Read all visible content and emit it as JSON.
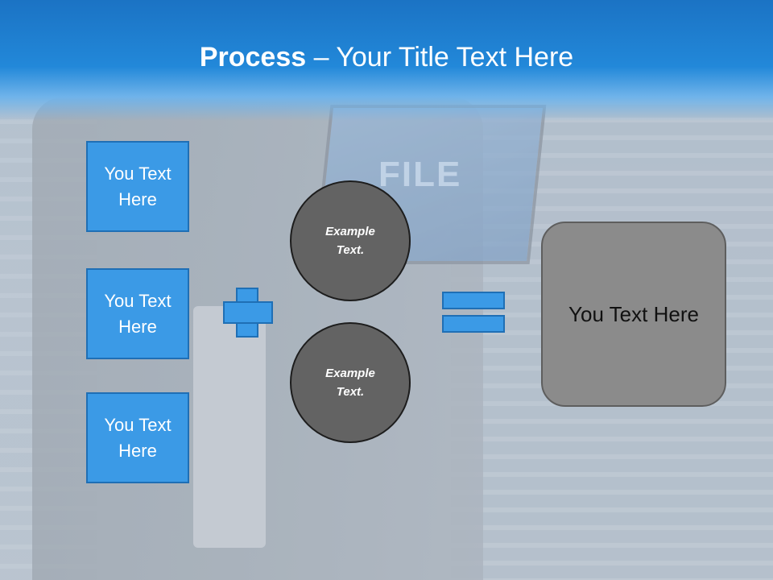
{
  "title": {
    "bold": "Process",
    "dash": " – ",
    "rest": "Your Title Text Here"
  },
  "inputs": [
    {
      "label": "You Text\nHere"
    },
    {
      "label": "You Text\nHere"
    },
    {
      "label": "You Text\nHere"
    }
  ],
  "circles": [
    {
      "label": "Example\nText."
    },
    {
      "label": "Example\nText."
    }
  ],
  "result": {
    "label": "You Text Here"
  },
  "background": {
    "tablet_text": "FILE"
  },
  "colors": {
    "title_band": "#1b73c4",
    "box_fill": "#3b9ae6",
    "box_border": "#1f6fb5",
    "circle_fill": "#636363",
    "result_fill": "#8b8b8b"
  },
  "icons": {
    "operator_1": "plus-icon",
    "operator_2": "equals-icon"
  }
}
